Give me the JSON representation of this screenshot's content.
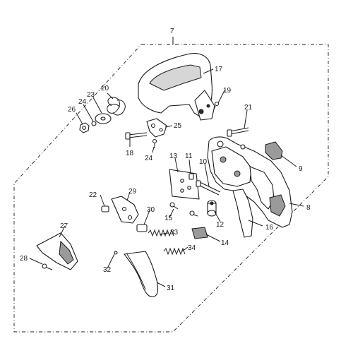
{
  "diagram": {
    "part_numbers": {
      "p7": "7",
      "p17": "17",
      "p19": "19",
      "p20": "20",
      "p23": "23",
      "p24a": "24",
      "p26": "26",
      "p21": "21",
      "p25": "25",
      "p18": "18",
      "p24b": "24",
      "p13": "13",
      "p11": "11",
      "p10": "10",
      "p9": "9",
      "p8": "8",
      "p22": "22",
      "p29": "29",
      "p30": "30",
      "p15": "15",
      "p12": "12",
      "p16": "16",
      "p33": "33",
      "p14": "14",
      "p27": "27",
      "p34": "34",
      "p28": "28",
      "p32": "32",
      "p31": "31"
    }
  }
}
